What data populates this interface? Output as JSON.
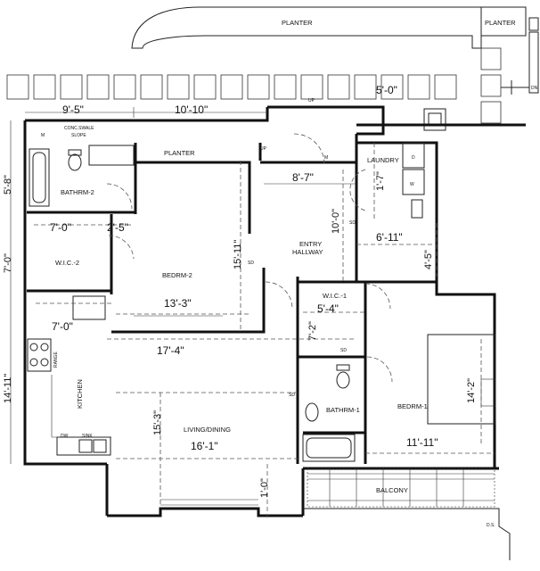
{
  "rooms": {
    "planter_top": "PLANTER",
    "planter_right": "PLANTER",
    "planter_mid": "PLANTER",
    "bathroom_2": "BATHRM-2",
    "wic_2": "W.I.C.-2",
    "bedroom_2": "BEDRM-2",
    "entry_hallway_line1": "ENTRY",
    "entry_hallway_line2": "HALLWAY",
    "laundry": "LAUNDRY",
    "wic_1": "W.I.C.-1",
    "kitchen": "KITCHEN",
    "bathroom_1": "BATHRM-1",
    "bedroom_1": "BEDRM-1",
    "living_dining": "LIVING/DINING",
    "balcony": "BALCONY"
  },
  "fixtures": {
    "conc_swale": "CONC.SWALE",
    "slope": "SLOPE",
    "range": "RANGE",
    "dw": "DW",
    "sink": "SINK",
    "dn": "DN",
    "up_1": "UP",
    "up_2": "UP",
    "ds": "D.S.",
    "washer": "W",
    "dryer": "D",
    "m_1": "M",
    "m_2": "M",
    "sd_1": "SD",
    "sd_2": "SD",
    "sd_3": "SD",
    "sd_4": "SD"
  },
  "dimensions": {
    "d_9_5": "9'-5\"",
    "d_10_10": "10'-10\"",
    "d_5_0": "5'-0\"",
    "d_5_8": "5'-8\"",
    "d_8_7": "8'-7\"",
    "d_1_7": "1'-7\"",
    "d_7_0_a": "7'-0\"",
    "d_2_5": "2'-5\"",
    "d_10_0": "10'-0\"",
    "d_6_11": "6'-11\"",
    "d_7_0_b": "7'-0\"",
    "d_15_11": "15'-11\"",
    "d_4_5": "4'-5\"",
    "d_13_3": "13'-3\"",
    "d_5_4": "5'-4\"",
    "d_7_0_c": "7'-0\"",
    "d_7_2": "7'-2\"",
    "d_17_4": "17'-4\"",
    "d_14_11": "14'-11\"",
    "d_14_2": "14'-2\"",
    "d_15_3": "15'-3\"",
    "d_16_1": "16'-1\"",
    "d_11_11": "11'-11\"",
    "d_1_0": "1'-0\""
  }
}
